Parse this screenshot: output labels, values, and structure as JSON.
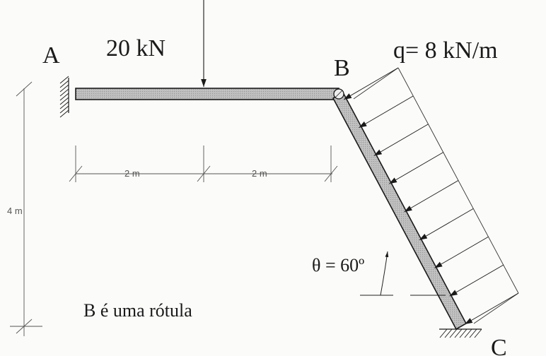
{
  "labels": {
    "point_a": "A",
    "point_b": "B",
    "point_c": "C",
    "point_load": "20 kN",
    "distributed_load": "q= 8 kN/m",
    "span_left": "2 m",
    "span_right": "2 m",
    "height": "4 m",
    "angle": "θ = 60º",
    "note": "B é uma rótula"
  },
  "colors": {
    "member_fill": "#b8b8b8",
    "member_stroke": "#1a1a1a",
    "ink": "#1a1a1a"
  },
  "icons": {
    "support_a": "fixed-support-hatch",
    "support_c": "fixed-support-hatch",
    "hinge_b": "hinge-circle"
  }
}
